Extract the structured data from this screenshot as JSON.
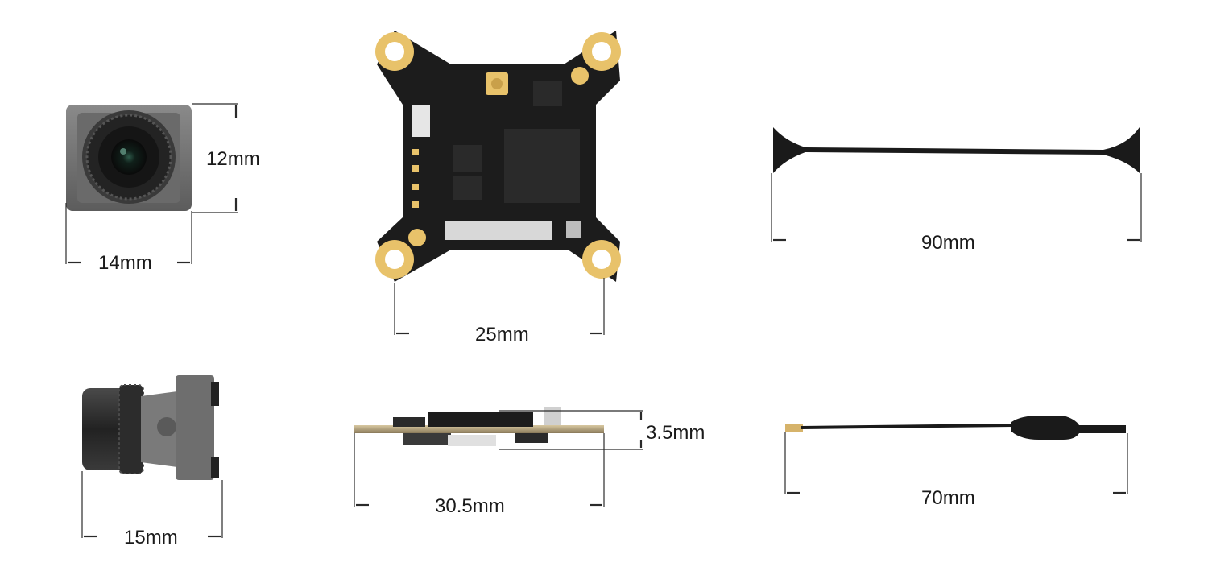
{
  "figure": {
    "components": [
      {
        "name": "camera-front",
        "dimension_labels": [
          "12mm",
          "14mm"
        ]
      },
      {
        "name": "vtx-board-top",
        "dimension_labels": [
          "25mm"
        ]
      },
      {
        "name": "antenna-stubby",
        "dimension_labels": [
          "90mm"
        ]
      },
      {
        "name": "camera-side",
        "dimension_labels": [
          "15mm"
        ]
      },
      {
        "name": "vtx-board-side",
        "dimension_labels": [
          "3.5mm",
          "30.5mm"
        ]
      },
      {
        "name": "antenna-pigtail",
        "dimension_labels": [
          "70mm"
        ]
      }
    ]
  },
  "labels": {
    "camera_height": "12mm",
    "camera_width": "14mm",
    "board_width": "25mm",
    "antenna_length": "90mm",
    "camera_length": "15mm",
    "board_thickness": "3.5mm",
    "board_mount": "30.5mm",
    "pigtail_length": "70mm"
  },
  "colors": {
    "pcb": "#1c1c1c",
    "gold_pad": "#e8c26a",
    "camera_body": "#6e6e6e",
    "lens": "#1b1b1b",
    "dimension_line": "#2a2a2a"
  }
}
